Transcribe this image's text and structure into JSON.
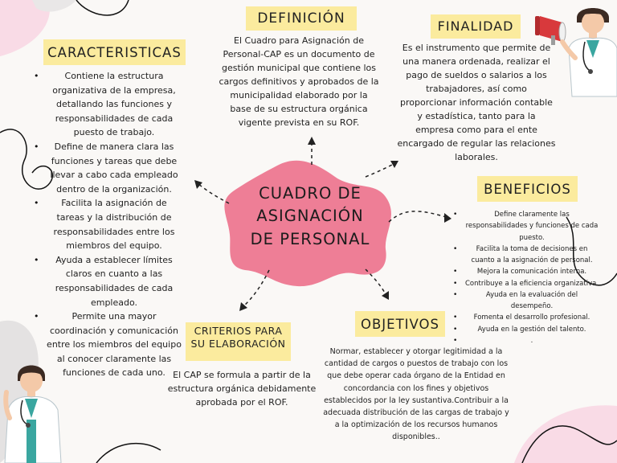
{
  "colors": {
    "background": "#faf8f6",
    "label": "#fbeb9e",
    "blob": "#ee7e96",
    "accent_pink": "#f9dbe6",
    "megaphone_red": "#d8393c"
  },
  "center": {
    "title_lines": [
      "CUADRO DE",
      "ASIGNACIÓN",
      "DE PERSONAL"
    ]
  },
  "definicion": {
    "title": "DEFINICIÓN",
    "text": "El Cuadro para Asignación de Personal-CAP es un documento de gestión municipal que contiene los cargos definitivos y aprobados de la municipalidad elaborado por la base de su estructura orgánica vigente prevista en su ROF."
  },
  "finalidad": {
    "title": "FINALIDAD",
    "text": "Es el instrumento que permite de una manera ordenada, realizar el pago de sueldos o salarios a los trabajadores, así como proporcionar información contable y estadística, tanto para la empresa como para el ente encargado de regular las relaciones laborales."
  },
  "caracteristicas": {
    "title": "CARACTERISTICAS",
    "items": [
      "Contiene la estructura organizativa de la empresa, detallando las funciones y responsabilidades de cada puesto de trabajo.",
      "Define de manera clara las funciones y tareas que debe llevar a cabo cada empleado dentro de la organización.",
      "Facilita la asignación de tareas y la distribución de responsabilidades entre los miembros del equipo.",
      "Ayuda a establecer límites claros en cuanto a las responsabilidades de cada empleado.",
      "Permite una mayor coordinación y comunicación entre los miembros del equipo al conocer claramente las funciones de cada uno."
    ]
  },
  "beneficios": {
    "title": "BENEFICIOS",
    "items": [
      "Define claramente las responsabilidades y funciones de cada puesto.",
      "Facilita la toma de decisiones en cuanto a la asignación de personal.",
      "Mejora la comunicación interna.",
      "Contribuye a la eficiencia organizativa.",
      "Ayuda en la evaluación del desempeño.",
      "Fomenta el desarrollo profesional.",
      "Ayuda en la gestión del talento.",
      "."
    ]
  },
  "criterios": {
    "title": "CRITERIOS PARA SU ELABORACIÓN",
    "text": "El CAP se formula a partir de la estructura orgánica debidamente aprobada por el ROF."
  },
  "objetivos": {
    "title": "OBJETIVOS",
    "text": "Normar, establecer y otorgar legitimidad a la cantidad de cargos o puestos de trabajo con los que debe operar cada órgano de la Entidad en concordancia con los fines y objetivos establecidos por la ley sustantiva.Contribuir a la adecuada distribución de las cargas de trabajo y a la optimización de los recursos humanos disponibles.."
  },
  "icons": {
    "doctor_top": "doctor-with-megaphone-illustration",
    "doctor_bottom": "doctor-illustration"
  }
}
